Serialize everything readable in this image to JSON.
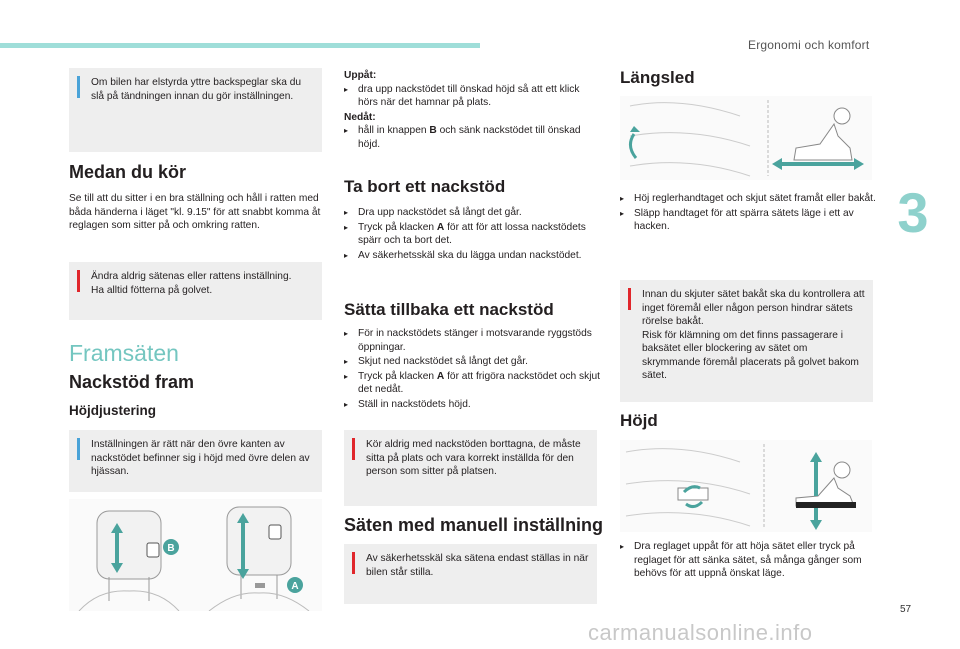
{
  "header": {
    "chapter": "Ergonomi och komfort",
    "chapter_number": "3",
    "page_number": "57"
  },
  "watermark": "carmanualsonline.info",
  "col1": {
    "info1": "Om bilen har elstyrda yttre backspeglar ska du slå på tändningen innan du gör inställningen.",
    "h_medan": "Medan du kör",
    "para_medan": "Se till att du sitter i en bra ställning och håll i ratten med båda händerna i läget \"kl. 9.15\" för att snabbt komma åt reglagen som sitter på och omkring ratten.",
    "warn1": "Ändra aldrig sätenas eller rattens inställning.\nHa alltid fötterna på golvet.",
    "h_framsaten": "Framsäten",
    "h_nackstod": "Nackstöd fram",
    "h_hojd": "Höjdjustering",
    "info2": "Inställningen är rätt när den övre kanten av nackstödet befinner sig i höjd med övre delen av hjässan.",
    "fig_label_b": "B",
    "fig_label_a": "A"
  },
  "col2": {
    "uppat_label": "Uppåt:",
    "uppat_item": "dra upp nackstödet till önskad höjd så att ett klick hörs när det hamnar på plats.",
    "nedat_label": "Nedåt:",
    "nedat_item_pre": "håll in knappen ",
    "nedat_item_b": "B",
    "nedat_item_post": " och sänk nackstödet till önskad höjd.",
    "h_tabort": "Ta bort ett nackstöd",
    "tabort": [
      "Dra upp nackstödet så långt det går.",
      "Tryck på klacken ",
      "A",
      " för att för att lossa nackstödets spärr och ta bort det.",
      "Av säkerhetsskäl ska du lägga undan nackstödet."
    ],
    "h_satta": "Sätta tillbaka ett nackstöd",
    "satta": [
      "För in nackstödets stänger i motsvarande ryggstöds öppningar.",
      "Skjut ned nackstödet så långt det går.",
      "Tryck på klacken ",
      "A",
      " för att frigöra nackstödet och skjut det nedåt.",
      "Ställ in nackstödets höjd."
    ],
    "warn2": "Kör aldrig med nackstöden borttagna, de måste sitta på plats och vara korrekt inställda för den person som sitter på platsen.",
    "h_saten": "Säten med manuell inställning",
    "warn3": "Av säkerhetsskäl ska sätena endast ställas in när bilen står stilla."
  },
  "col3": {
    "h_langsled": "Längsled",
    "langsled": [
      "Höj reglerhandtaget och skjut sätet framåt eller bakåt.",
      "Släpp handtaget för att spärra sätets läge i ett av hacken."
    ],
    "warn4": "Innan du skjuter sätet bakåt ska du kontrollera att inget föremål eller någon person hindrar sätets rörelse bakåt.\nRisk för klämning om det finns passagerare i baksätet eller blockering av sätet om skrymmande föremål placerats på golvet bakom sätet.",
    "h_hojd": "Höjd",
    "hojd": [
      "Dra reglaget uppåt för att höja sätet eller tryck på reglaget för att sänka sätet, så många gånger som behövs för att uppnå önskat läge."
    ]
  },
  "colors": {
    "accent": "#74c6c0",
    "topbar": "#9fded9",
    "info": "#4aa3d8",
    "warn": "#e0262b",
    "box": "#eeeeee"
  },
  "icons": {
    "bullet": "arrow-bullet-icon",
    "info": "info-icon",
    "warning": "warning-icon"
  }
}
